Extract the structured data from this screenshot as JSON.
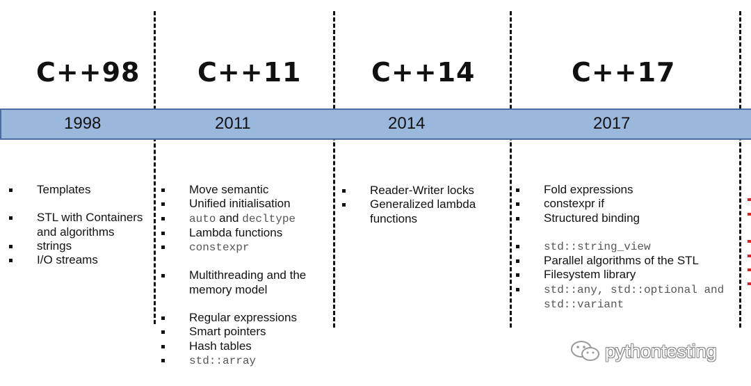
{
  "versions": [
    {
      "name": "C++98",
      "year": "1998",
      "features": [
        {
          "text": "Templates"
        },
        {
          "text": "STL with Containers and algorithms",
          "gap": true
        },
        {
          "text": "strings"
        },
        {
          "text": "I/O streams"
        }
      ]
    },
    {
      "name": "C++11",
      "year": "2011",
      "features": [
        {
          "text": "Move semantic"
        },
        {
          "text": "Unified initialisation"
        },
        {
          "parts": [
            {
              "t": "auto",
              "mono": true
            },
            {
              "t": " and "
            },
            {
              "t": "decltype",
              "mono": true
            }
          ]
        },
        {
          "text": "Lambda functions"
        },
        {
          "text": "constexpr",
          "mono": true
        },
        {
          "text": "Multithreading and the memory model",
          "gap": true
        },
        {
          "text": "Regular expressions",
          "gap": true
        },
        {
          "text": "Smart pointers"
        },
        {
          "text": "Hash tables"
        },
        {
          "text": "std::array",
          "mono": true
        }
      ]
    },
    {
      "name": "C++14",
      "year": "2014",
      "features": [
        {
          "text": "Reader-Writer locks"
        },
        {
          "text": "Generalized lambda functions"
        }
      ]
    },
    {
      "name": "C++17",
      "year": "2017",
      "features": [
        {
          "text": "Fold expressions"
        },
        {
          "text": "constexpr if"
        },
        {
          "text": "Structured binding"
        },
        {
          "text": "std::string_view",
          "mono": true,
          "gap": true
        },
        {
          "text": "Parallel algorithms of the STL"
        },
        {
          "text": "Filesystem library"
        },
        {
          "text": "std::any, std::optional and std::variant",
          "mono": true
        }
      ]
    }
  ],
  "watermark": {
    "text": "pythontesting",
    "icon": "wechat-icon"
  }
}
